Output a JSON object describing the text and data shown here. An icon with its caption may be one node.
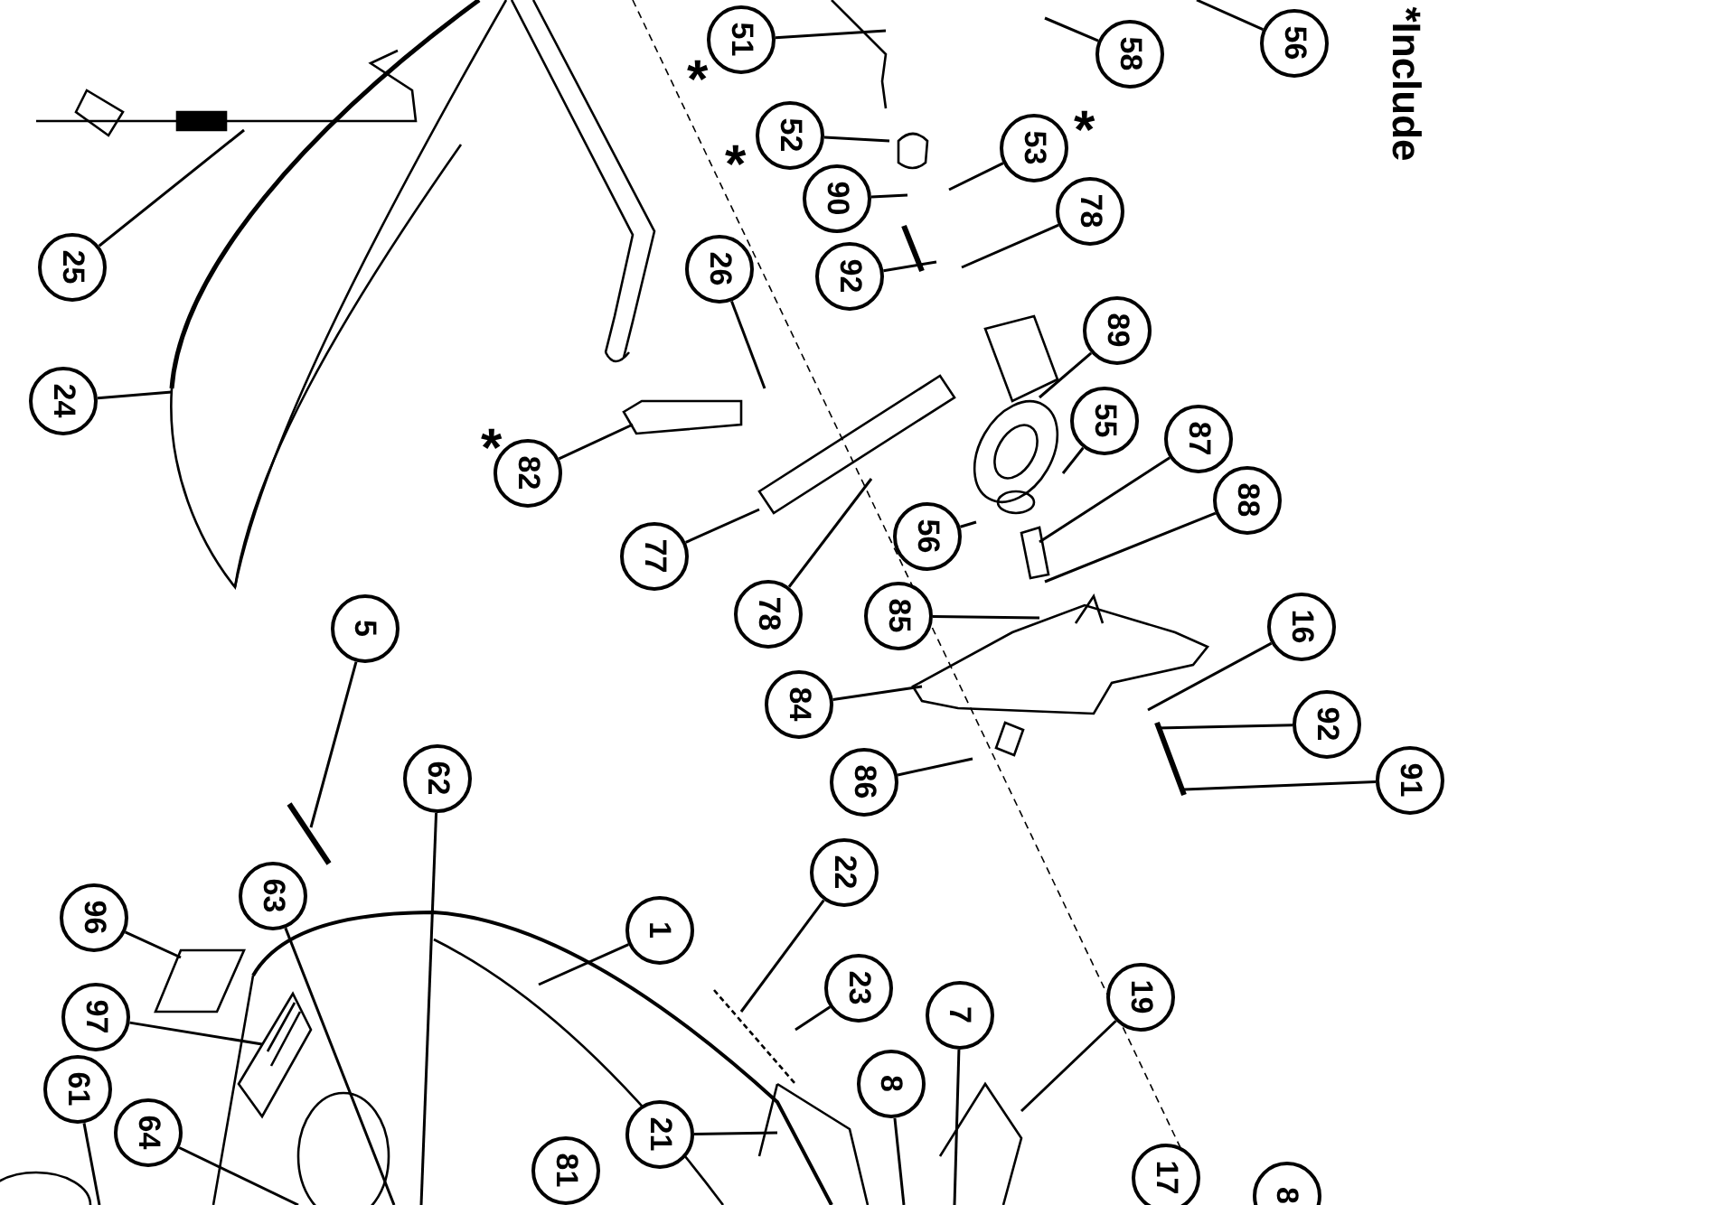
{
  "diagram": {
    "nodes": [
      {
        "text": [
          "25"
        ]
      },
      {
        "text": [
          "24"
        ]
      },
      {
        "text": [
          "51"
        ],
        "beside": [
          "*"
        ]
      },
      {
        "text": [
          "52"
        ],
        "beside": [
          "*"
        ]
      },
      {
        "text": [
          "90"
        ]
      },
      {
        "text": [
          "92"
        ]
      },
      {
        "text": [
          "53"
        ],
        "beside": [
          "*"
        ]
      },
      {
        "text": [
          "78"
        ]
      },
      {
        "text": [
          "89"
        ]
      },
      {
        "text": [
          "26"
        ]
      },
      {
        "text": [
          "82"
        ],
        "beside": [
          "*"
        ]
      },
      {
        "text": [
          "77"
        ]
      },
      {
        "text": [
          "55"
        ]
      },
      {
        "text": [
          "56"
        ]
      },
      {
        "text": [
          "87"
        ]
      },
      {
        "text": [
          "88"
        ]
      },
      {
        "text": [
          "78"
        ]
      },
      {
        "text": [
          "85"
        ]
      },
      {
        "text": [
          "84"
        ]
      },
      {
        "text": [
          "86"
        ]
      },
      {
        "text": [
          "16"
        ]
      },
      {
        "text": [
          "92"
        ]
      },
      {
        "text": [
          "91"
        ]
      },
      {
        "text": [
          "58"
        ]
      },
      {
        "text": [
          "56"
        ]
      },
      {
        "text": [
          "5"
        ]
      },
      {
        "text": [
          "62"
        ]
      },
      {
        "text": [
          "96"
        ]
      },
      {
        "text": [
          "63"
        ]
      },
      {
        "text": [
          "97"
        ]
      },
      {
        "text": [
          "61"
        ]
      },
      {
        "text": [
          "64"
        ]
      },
      {
        "text": [
          "1"
        ]
      },
      {
        "text": [
          "22"
        ]
      },
      {
        "text": [
          "23"
        ]
      },
      {
        "text": [
          "21"
        ]
      },
      {
        "text": [
          "7"
        ]
      },
      {
        "text": [
          "8"
        ]
      },
      {
        "text": [
          "19"
        ]
      },
      {
        "text": [
          "81"
        ]
      },
      {
        "text": [
          "17"
        ]
      },
      {
        "text": [
          "8"
        ]
      }
    ],
    "edges": [
      {
        "from": 0,
        "to": null,
        "arrow": "none"
      },
      {
        "from": 1,
        "to": null,
        "arrow": "none"
      },
      {
        "from": 2,
        "to": null,
        "arrow": "none"
      },
      {
        "from": 3,
        "to": null,
        "arrow": "none"
      },
      {
        "from": 4,
        "to": null,
        "arrow": "none"
      },
      {
        "from": 5,
        "to": null,
        "arrow": "none"
      },
      {
        "from": 6,
        "to": null,
        "arrow": "none"
      },
      {
        "from": 7,
        "to": null,
        "arrow": "none"
      },
      {
        "from": 8,
        "to": null,
        "arrow": "none"
      },
      {
        "from": 9,
        "to": null,
        "arrow": "none"
      },
      {
        "from": 10,
        "to": null,
        "arrow": "none"
      },
      {
        "from": 11,
        "to": null,
        "arrow": "none"
      },
      {
        "from": 12,
        "to": null,
        "arrow": "none"
      },
      {
        "from": 13,
        "to": null,
        "arrow": "none"
      },
      {
        "from": 14,
        "to": null,
        "arrow": "none"
      },
      {
        "from": 15,
        "to": null,
        "arrow": "none"
      },
      {
        "from": 16,
        "to": null,
        "arrow": "none"
      },
      {
        "from": 17,
        "to": null,
        "arrow": "none"
      },
      {
        "from": 18,
        "to": null,
        "arrow": "none"
      },
      {
        "from": 19,
        "to": null,
        "arrow": "none"
      },
      {
        "from": 20,
        "to": null,
        "arrow": "none"
      },
      {
        "from": 21,
        "to": null,
        "arrow": "none"
      },
      {
        "from": 22,
        "to": null,
        "arrow": "none"
      },
      {
        "from": 23,
        "to": null,
        "arrow": "none"
      },
      {
        "from": 24,
        "to": null,
        "arrow": "none"
      },
      {
        "from": 25,
        "to": null,
        "arrow": "none"
      },
      {
        "from": 26,
        "to": null,
        "arrow": "none"
      },
      {
        "from": 27,
        "to": null,
        "arrow": "none"
      },
      {
        "from": 28,
        "to": null,
        "arrow": "none"
      },
      {
        "from": 29,
        "to": null,
        "arrow": "none"
      },
      {
        "from": 30,
        "to": null,
        "arrow": "none"
      },
      {
        "from": 31,
        "to": null,
        "arrow": "none"
      },
      {
        "from": 32,
        "to": null,
        "arrow": "none"
      },
      {
        "from": 33,
        "to": null,
        "arrow": "none"
      },
      {
        "from": 34,
        "to": null,
        "arrow": "none"
      },
      {
        "from": 35,
        "to": null,
        "arrow": "none"
      },
      {
        "from": 36,
        "to": null,
        "arrow": "none"
      },
      {
        "from": 37,
        "to": null,
        "arrow": "none"
      },
      {
        "from": 38,
        "to": null,
        "arrow": "none"
      }
    ],
    "labels": [
      "*Include"
    ]
  }
}
